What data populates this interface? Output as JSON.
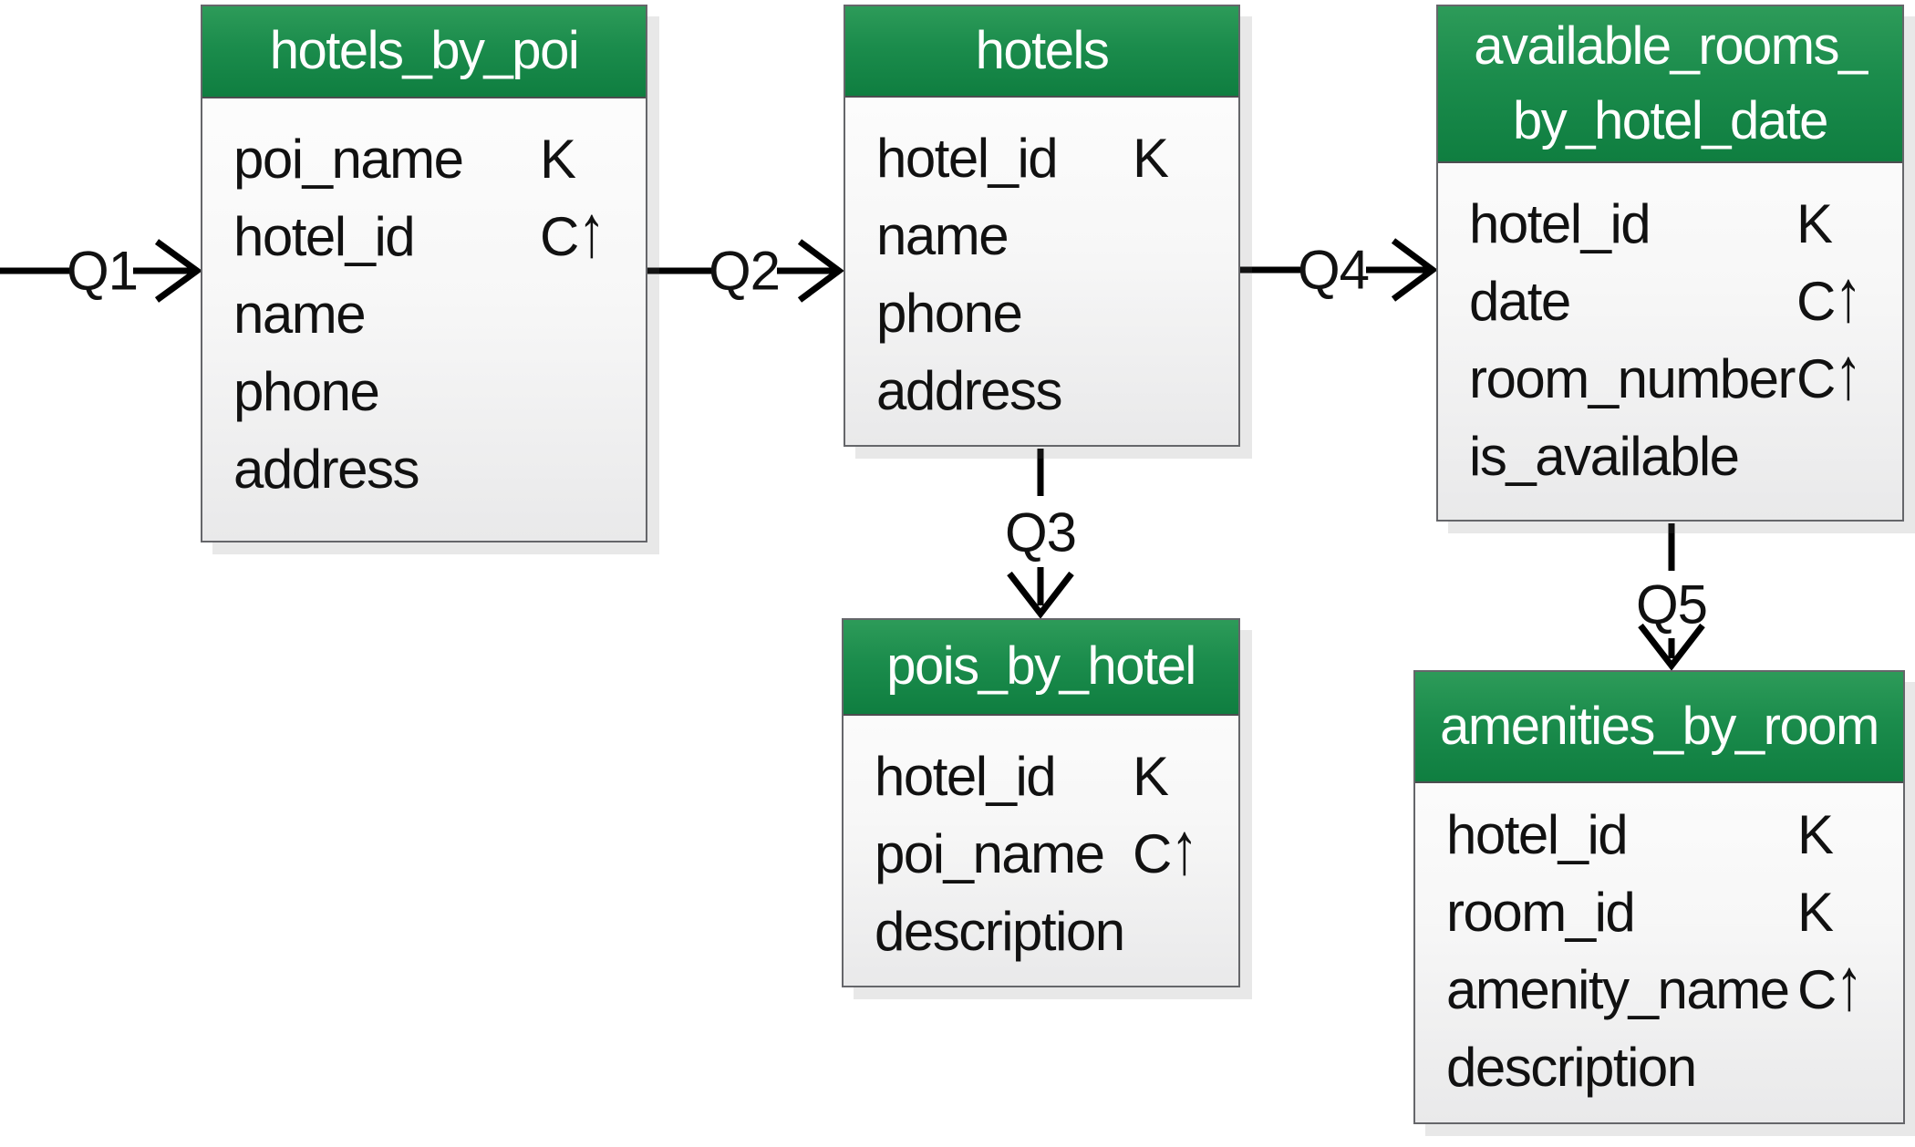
{
  "diagram": {
    "type": "cassandra-chebotko-schema-diagram",
    "tables": [
      {
        "title": "hotels_by_poi",
        "attributes": [
          {
            "name": "poi_name",
            "key": "K"
          },
          {
            "name": "hotel_id",
            "key": "C↑"
          },
          {
            "name": "name",
            "key": ""
          },
          {
            "name": "phone",
            "key": ""
          },
          {
            "name": "address",
            "key": ""
          }
        ]
      },
      {
        "title": "hotels",
        "attributes": [
          {
            "name": "hotel_id",
            "key": "K"
          },
          {
            "name": "name",
            "key": ""
          },
          {
            "name": "phone",
            "key": ""
          },
          {
            "name": "address",
            "key": ""
          }
        ]
      },
      {
        "title": "available_rooms_\nby_hotel_date",
        "attributes": [
          {
            "name": "hotel_id",
            "key": "K"
          },
          {
            "name": "date",
            "key": "C↑"
          },
          {
            "name": "room_number",
            "key": "C↑"
          },
          {
            "name": "is_available",
            "key": ""
          }
        ]
      },
      {
        "title": "pois_by_hotel",
        "attributes": [
          {
            "name": "hotel_id",
            "key": "K"
          },
          {
            "name": "poi_name",
            "key": "C↑"
          },
          {
            "name": "description",
            "key": ""
          }
        ]
      },
      {
        "title": "amenities_by_room",
        "attributes": [
          {
            "name": "hotel_id",
            "key": "K"
          },
          {
            "name": "room_id",
            "key": "K"
          },
          {
            "name": "amenity_name",
            "key": "C↑"
          },
          {
            "name": "description",
            "key": ""
          }
        ]
      }
    ],
    "queries": [
      {
        "label": "Q1"
      },
      {
        "label": "Q2"
      },
      {
        "label": "Q3"
      },
      {
        "label": "Q4"
      },
      {
        "label": "Q5"
      }
    ],
    "legend": {
      "partition_key_marker": "K",
      "clustering_column_asc_marker": "C↑"
    },
    "colors": {
      "header_green_top": "#2d9b59",
      "header_green_bottom": "#0f7e40",
      "header_text": "#ffffff",
      "table_border": "#65666a",
      "body_top": "#ffffff",
      "body_bottom": "#e9e9ea",
      "text": "#111111",
      "connector": "#000000",
      "shadow": "rgba(110,110,110,0.16)"
    }
  }
}
